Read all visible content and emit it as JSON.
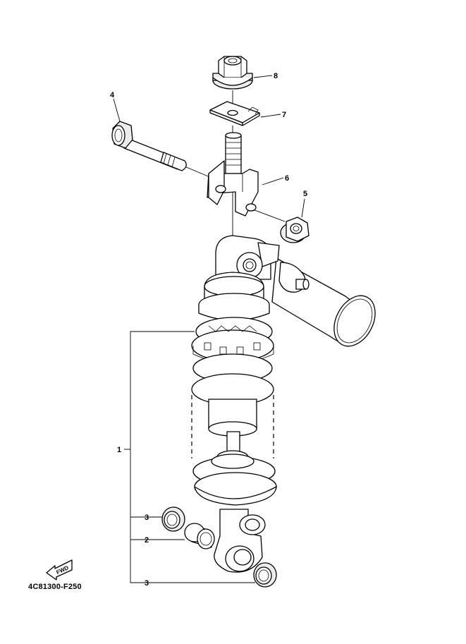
{
  "diagram": {
    "part_code": "4C81300-F250",
    "fwd_label": "FWD",
    "colors": {
      "ink": "#000000",
      "background": "#ffffff",
      "shade": "#ececec"
    },
    "callouts": [
      {
        "id": "callout-1",
        "label": "1",
        "part": "rear shock absorber assembly"
      },
      {
        "id": "callout-2",
        "label": "2",
        "part": "bushing"
      },
      {
        "id": "callout-3a",
        "label": "3",
        "part": "oil seal"
      },
      {
        "id": "callout-3b",
        "label": "3",
        "part": "oil seal"
      },
      {
        "id": "callout-4",
        "label": "4",
        "part": "bolt"
      },
      {
        "id": "callout-5",
        "label": "5",
        "part": "nut"
      },
      {
        "id": "callout-6",
        "label": "6",
        "part": "bracket"
      },
      {
        "id": "callout-7",
        "label": "7",
        "part": "plate"
      },
      {
        "id": "callout-8",
        "label": "8",
        "part": "nut"
      }
    ]
  }
}
